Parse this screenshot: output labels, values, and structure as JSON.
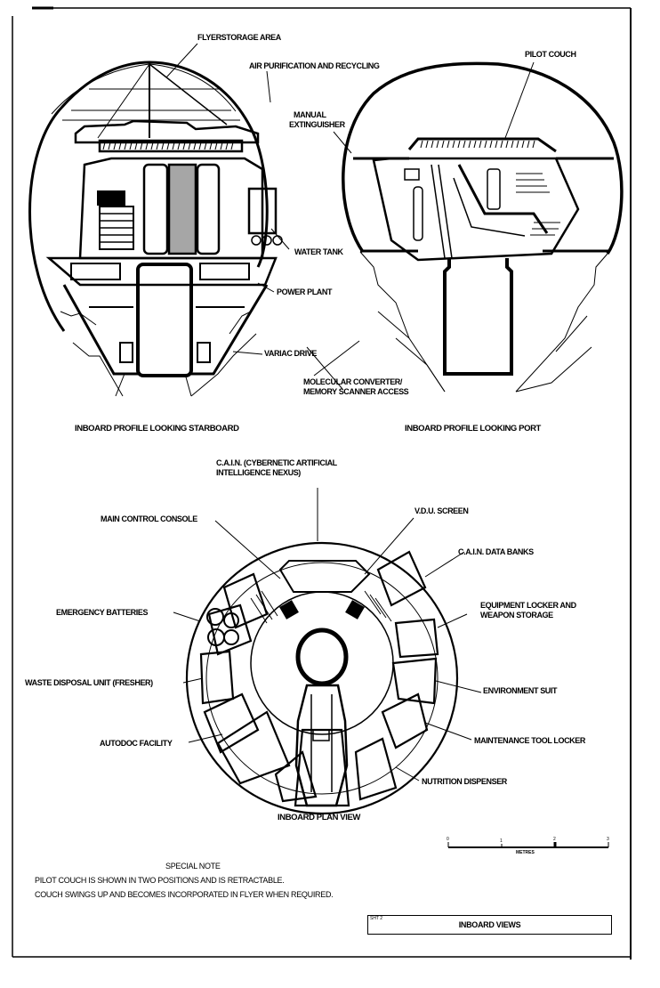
{
  "drawing": {
    "ink_color": "#000000",
    "paper_color": "#ffffff"
  },
  "starboard_profile": {
    "caption": "INBOARD PROFILE LOOKING STARBOARD",
    "callouts": {
      "flyer_storage": "FLYERSTORAGE AREA",
      "air_purification": "AIR PURIFICATION AND RECYCLING",
      "manual_extinguisher": [
        "MANUAL",
        "EXTINGUISHER"
      ],
      "water_tank": "WATER TANK",
      "power_plant": "POWER PLANT",
      "variac_drive": "VARIAC DRIVE",
      "molecular_converter": [
        "MOLECULAR CONVERTER/",
        "MEMORY SCANNER ACCESS"
      ]
    }
  },
  "port_profile": {
    "caption": "INBOARD PROFILE LOOKING PORT",
    "callouts": {
      "pilot_couch": "PILOT COUCH"
    }
  },
  "plan_view": {
    "caption": "INBOARD PLAN VIEW",
    "callouts": {
      "cain": [
        "C.A.I.N. (CYBERNETIC ARTIFICIAL",
        "INTELLIGENCE NEXUS)"
      ],
      "main_control_console": "MAIN CONTROL CONSOLE",
      "vdu_screen": "V.D.U. SCREEN",
      "cain_data_banks": "C.A.I.N. DATA BANKS",
      "equipment_locker": [
        "EQUIPMENT LOCKER AND",
        "WEAPON STORAGE"
      ],
      "emergency_batteries": "EMERGENCY BATTERIES",
      "waste_disposal": "WASTE DISPOSAL UNIT (FRESHER)",
      "environment_suit": "ENVIRONMENT SUIT",
      "autodoc": "AUTODOC FACILITY",
      "maintenance_tool_locker": "MAINTENANCE TOOL LOCKER",
      "nutrition_dispenser": "NUTRITION DISPENSER"
    }
  },
  "scale_bar": {
    "ticks": [
      "0",
      "1",
      "2",
      "3"
    ],
    "unit": "METRES"
  },
  "special_note": {
    "heading": "SPECIAL NOTE",
    "lines": [
      "PILOT COUCH IS SHOWN IN TWO POSITIONS AND IS RETRACTABLE.",
      "COUCH SWINGS UP AND BECOMES INCORPORATED IN FLYER WHEN REQUIRED."
    ]
  },
  "title_block": {
    "sheet_number": "SHT 2",
    "title": "INBOARD VIEWS"
  }
}
